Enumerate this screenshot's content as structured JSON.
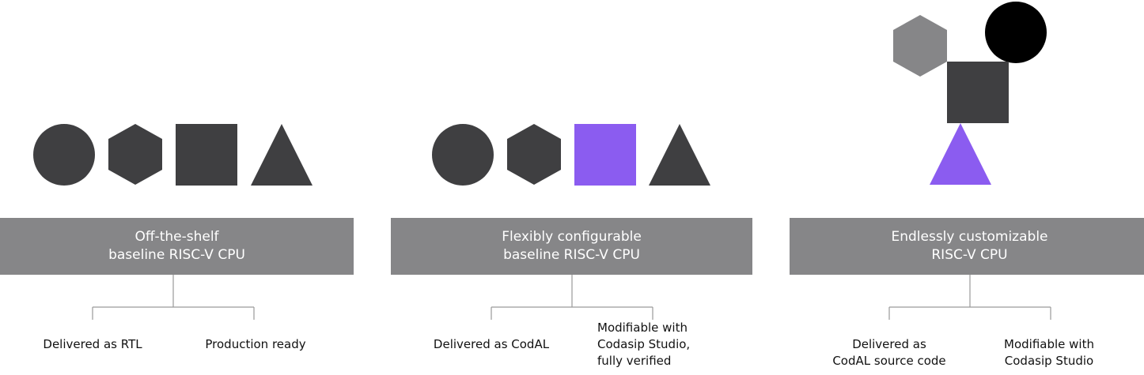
{
  "colors": {
    "dark": "#3f3f41",
    "grey": "#868688",
    "purple": "#8b5cf0",
    "black": "#000000",
    "connector": "#9a9a9a"
  },
  "columns": [
    {
      "title_line1": "Off-the-shelf",
      "title_line2": "baseline RISC-V CPU",
      "shapes": [
        "circle-icon",
        "hexagon-icon",
        "square-icon",
        "triangle-icon"
      ],
      "label_left": "Delivered as RTL",
      "label_right": "Production ready"
    },
    {
      "title_line1": "Flexibly configurable",
      "title_line2": "baseline RISC-V CPU",
      "shapes": [
        "circle-icon",
        "hexagon-icon",
        "square-icon",
        "triangle-icon"
      ],
      "label_left": "Delivered as CodAL",
      "label_right_line1": "Modifiable with",
      "label_right_line2": "Codasip Studio,",
      "label_right_line3": "fully verified"
    },
    {
      "title_line1": "Endlessly customizable",
      "title_line2": "RISC-V CPU",
      "shapes": [
        "hexagon-icon",
        "circle-icon",
        "square-icon",
        "triangle-icon"
      ],
      "label_left_line1": "Delivered as",
      "label_left_line2": "CodAL source code",
      "label_right_line1": "Modifiable with",
      "label_right_line2": "Codasip Studio"
    }
  ]
}
